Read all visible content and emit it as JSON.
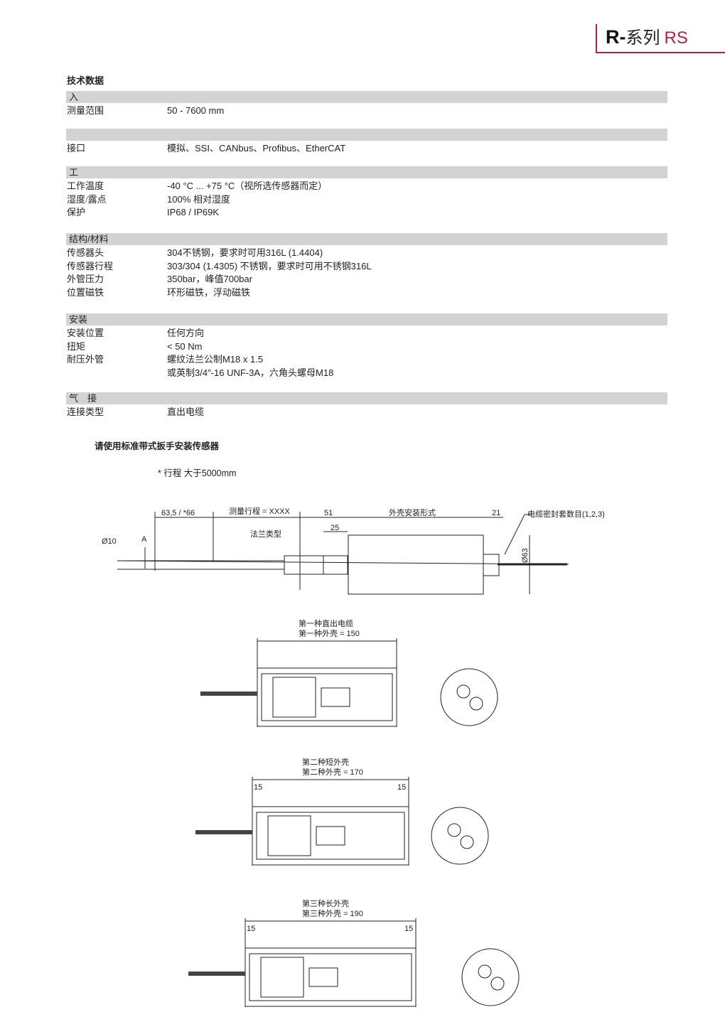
{
  "header": {
    "series_prefix": "R-",
    "series_word": "系列",
    "series_code": "RS"
  },
  "title": "技术数据",
  "sections": [
    {
      "heading": "入",
      "rows": [
        {
          "label": "测量范围",
          "value": "50 - 7600 mm"
        }
      ]
    },
    {
      "heading": "",
      "rows": [
        {
          "label": "接口",
          "value": "模拟、SSI、CANbus、Profibus、EtherCAT"
        }
      ]
    },
    {
      "heading": "工",
      "rows": [
        {
          "label": "工作温度",
          "value": "-40 °C ... +75 °C（视所选传感器而定）"
        },
        {
          "label": "湿度/露点",
          "value": "100% 相对湿度"
        },
        {
          "label": "保护",
          "value": "IP68 / IP69K"
        }
      ]
    },
    {
      "heading": "结构/材料",
      "rows": [
        {
          "label": "传感器头",
          "value": "304不锈钢，要求时可用316L (1.4404)"
        },
        {
          "label": "传感器行程",
          "value": "303/304 (1.4305) 不锈钢，要求时可用不锈钢316L"
        },
        {
          "label": "外管压力",
          "value": "350bar，峰值700bar"
        },
        {
          "label": "位置磁铁",
          "value": "环形磁铁，浮动磁铁"
        }
      ]
    },
    {
      "heading": "安装",
      "rows": [
        {
          "label": "安装位置",
          "value": "任何方向"
        },
        {
          "label": "扭矩",
          "value": "< 50 Nm"
        },
        {
          "label": "耐压外管",
          "value": "螺纹法兰公制M18 x 1.5"
        },
        {
          "label": "",
          "value": "或英制3/4\"-16 UNF-3A，六角头螺母M18"
        }
      ]
    },
    {
      "heading": "气　接",
      "rows": [
        {
          "label": "连接类型",
          "value": "直出电缆"
        }
      ]
    }
  ],
  "install_note": "请使用标准带式扳手安装传感器",
  "stroke_note": "* 行程 大于5000mm",
  "drawing": {
    "d10": "Ø10",
    "a": "A",
    "dim_head": "63,5 / *66",
    "dim_stroke": "测量行程 = XXXX",
    "dim_51": "51",
    "dim_25": "25",
    "flange": "法兰类型",
    "housing": "外壳安装形式",
    "dim_21": "21",
    "gland": "电缆密封套数目(1,2,3)",
    "d63": "Ø63"
  },
  "variants": [
    {
      "title": "第一种直出电缆",
      "size": "第一种外壳 = 150"
    },
    {
      "title": "第二种短外壳",
      "size": "第二种外壳 = 170",
      "left": "15",
      "right": "15"
    },
    {
      "title": "第三种长外壳",
      "size": "第三种外壳 = 190",
      "left": "15",
      "right": "15"
    }
  ]
}
